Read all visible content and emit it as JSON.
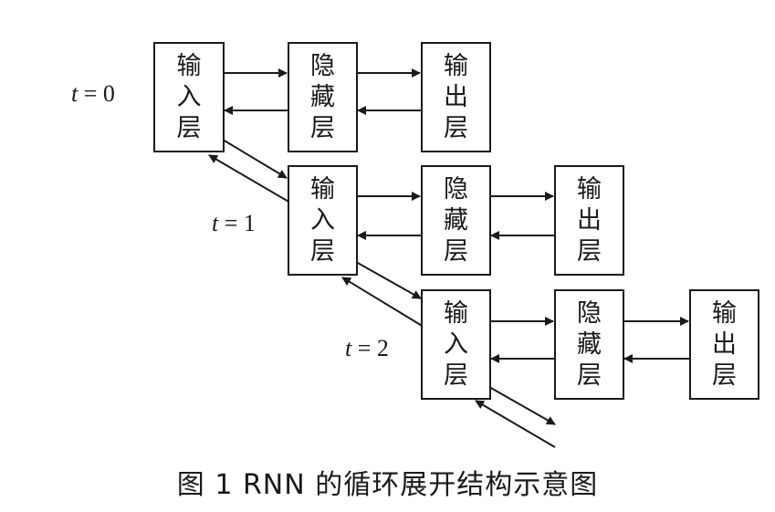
{
  "rows": [
    {
      "time_var": "t",
      "time_eq": " = 0",
      "input_chars": [
        "输",
        "入",
        "层"
      ],
      "hidden_chars": [
        "隐",
        "藏",
        "层"
      ],
      "output_chars": [
        "输",
        "出",
        "层"
      ]
    },
    {
      "time_var": "t",
      "time_eq": " = 1",
      "input_chars": [
        "输",
        "入",
        "层"
      ],
      "hidden_chars": [
        "隐",
        "藏",
        "层"
      ],
      "output_chars": [
        "输",
        "出",
        "层"
      ]
    },
    {
      "time_var": "t",
      "time_eq": " = 2",
      "input_chars": [
        "输",
        "入",
        "层"
      ],
      "hidden_chars": [
        "隐",
        "藏",
        "层"
      ],
      "output_chars": [
        "输",
        "出",
        "层"
      ]
    }
  ],
  "caption": "图 1   RNN 的循环展开结构示意图"
}
